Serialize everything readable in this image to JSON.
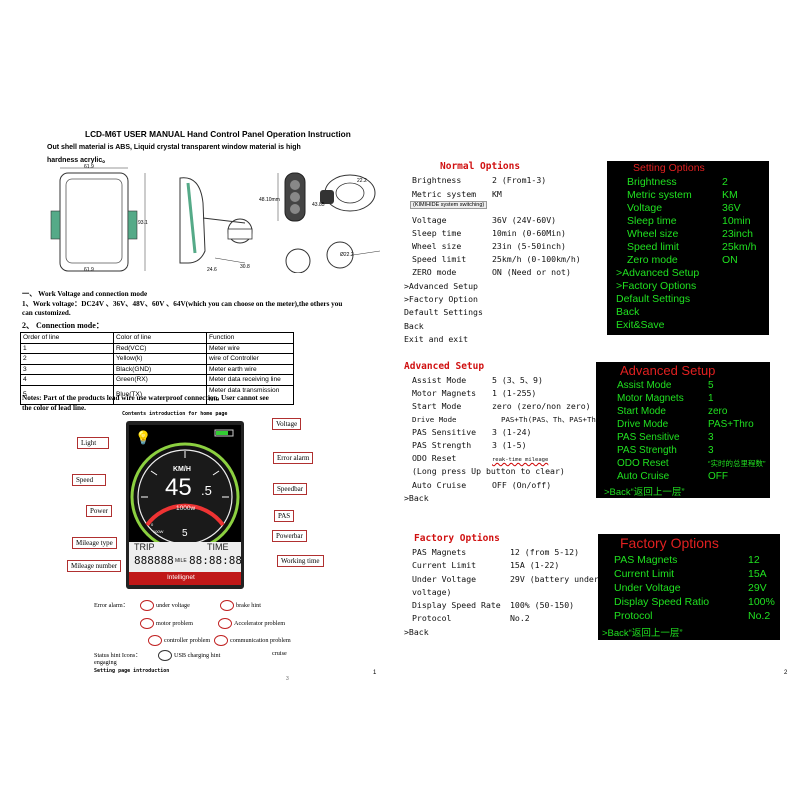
{
  "left": {
    "title": "LCD-M6T USER MANUAL Hand Control Panel Operation Instruction",
    "intro_line1": "Out   shell   material   is  ABS,  Liquid  crystal  transparent  window  material  is  high",
    "intro_line2": "hardness acrylic。",
    "dims": {
      "top": "61.9",
      "side": "93.1",
      "bottom": "61.9",
      "depth": "24.6",
      "mid": "48.10mm",
      "d1": "43.85",
      "d2": "22.2",
      "d3": "30.8",
      "ring": "Ø22.2"
    },
    "section1_heading": "一、     Work Voltage and connection mode",
    "section1_text": "1、Work voltage：DC24V 、36V、48V、60V  、64V(which you can choose on the meter),the others you",
    "section1_text2": "can customized.",
    "section2_heading": "2、  Connection mode：",
    "table": {
      "headers": [
        "Order of line",
        "Color of line",
        "Function"
      ],
      "rows": [
        [
          "1",
          "Red(VCC)",
          "Meter wire"
        ],
        [
          "2",
          "Yellow(k)",
          "wire of Controller"
        ],
        [
          "3",
          "Black(GND)",
          "Meter earth wire"
        ],
        [
          "4",
          "Green(RX)",
          "Meter data receiving line"
        ],
        [
          "5",
          "Blue(TX)",
          "Meter data transmission line"
        ]
      ]
    },
    "notes_line1": "Notes: Part of the products lead wire use waterproof connection. User cannot see",
    "notes_line2": "the color of lead line.",
    "contents_caption": "Contents introduction for home page",
    "callouts": {
      "voltage": "Voltage",
      "light": "Light",
      "error_alarm": "Error alarm",
      "speed": "Speed",
      "speedbar": "Speedbar",
      "power": "Power",
      "pas": "PAS",
      "powerbar": "Powerbar",
      "mileage_type": "Mileage type",
      "working_time": "Working time",
      "mileage_number": "Mileage number"
    },
    "display": {
      "unit": "KM/H",
      "speed": "45",
      "speed_decimal": ".5",
      "power": "1000w",
      "pas": "5",
      "trip_label": "TRIP",
      "time_label": "TIME",
      "trip_value": "888888",
      "trip_unit": "MILE",
      "time_value": "88:88:88",
      "bottom": "Intellignet",
      "low_label": "0",
      "max_label": "100W"
    },
    "hints": {
      "error_alarm": "Error alarm：",
      "under_voltage": "under voltage",
      "brake_hint": "brake hint",
      "motor_problem": "motor problem",
      "accelerator_problem": "Accelerator problem",
      "controller_problem": "controller problem",
      "communication_problem": "communication problem",
      "status_hint": "Status hint Icons：",
      "usb": "USB charging hint",
      "cruise": "cruise",
      "engaging": "engaging",
      "setting_caption": "Setting page introduction"
    },
    "page_num": "1",
    "page_num_small": "3"
  },
  "right": {
    "normal": {
      "title": "Normal Options",
      "items": [
        [
          "Brightness",
          "2     (From1-3)"
        ],
        [
          "Metric system",
          "KM"
        ],
        [
          "Voltage",
          "36V  (24V-60V)"
        ],
        [
          "Sleep time",
          "10min  (0-60Min)"
        ],
        [
          "Wheel size",
          "23in  (5-50inch)"
        ],
        [
          "Speed limit",
          "25km/h  (0-100km/h)"
        ],
        [
          "ZERO mode",
          "ON    (Need or not)"
        ]
      ],
      "kmih": "(KIMIHIDE system switching)",
      "links": [
        ">Advanced Setup",
        ">Factory Option",
        "Default Settings",
        "Back",
        "Exit and exit"
      ]
    },
    "setting_screen": {
      "title": "Setting Options",
      "items": [
        [
          "Brightness",
          "2"
        ],
        [
          "Metric system",
          "KM"
        ],
        [
          "Voltage",
          "36V"
        ],
        [
          "Sleep time",
          "10min"
        ],
        [
          "Wheel size",
          "23inch"
        ],
        [
          "Speed limit",
          "25km/h"
        ],
        [
          "Zero mode",
          "ON"
        ]
      ],
      "links": [
        ">Advanced Setup",
        ">Factory Options",
        "Default Settings",
        "Back",
        "Exit&Save"
      ]
    },
    "advanced": {
      "title": "Advanced Setup",
      "items": [
        [
          "Assist Mode",
          "5      (3、5、9)"
        ],
        [
          "Motor Magnets",
          "1      (1-255)"
        ],
        [
          "Start Mode",
          "zero  (zero/non zero)"
        ],
        [
          "Drive Mode",
          "PAS+Th(PAS、Th、PAS+Th)"
        ],
        [
          "PAS Sensitive",
          "3      (1-24)"
        ],
        [
          "PAS Strength",
          "3      (1-5)"
        ],
        [
          "ODO Reset",
          "reak-time mileage"
        ],
        [
          "Auto Cruise",
          "OFF    (On/off)"
        ]
      ],
      "long_press": "(Long press Up button to clear)",
      "back": ">Back"
    },
    "advanced_screen": {
      "title": "Advanced Setup",
      "items": [
        [
          "Assist Mode",
          "5"
        ],
        [
          "Motor Magnets",
          "1"
        ],
        [
          "Start Mode",
          "zero"
        ],
        [
          "Drive Mode",
          "PAS+Thro"
        ],
        [
          "PAS Sensitive",
          "3"
        ],
        [
          "PAS Strength",
          "3"
        ],
        [
          "ODO Reset",
          "“实时的总里程数”"
        ],
        [
          "Auto Cruise",
          "OFF"
        ]
      ],
      "back": ">Back“返回上一层”"
    },
    "factory": {
      "title": "Factory Options",
      "items": [
        [
          "PAS Magnets",
          "12   (from 5-12)"
        ],
        [
          "Current Limit",
          "15A  (1-22)"
        ],
        [
          "Under Voltage",
          "29V  (battery under"
        ],
        [
          "voltage)",
          ""
        ],
        [
          "Display Speed Rate",
          "100% (50-150)"
        ],
        [
          "Protocol",
          "No.2"
        ]
      ],
      "back": ">Back"
    },
    "factory_screen": {
      "title": "Factory Options",
      "items": [
        [
          "PAS Magnets",
          "12"
        ],
        [
          "Current Limit",
          "15A"
        ],
        [
          "Under Voltage",
          "29V"
        ],
        [
          "Display Speed Ratio",
          "100%"
        ],
        [
          "Protocol",
          "No.2"
        ]
      ],
      "back": ">Back“返回上一层”"
    },
    "page_num": "2"
  },
  "colors": {
    "screen_green": "#20e020",
    "screen_red": "#e02020",
    "title_red": "#d01010",
    "callout_red": "#b03030"
  }
}
